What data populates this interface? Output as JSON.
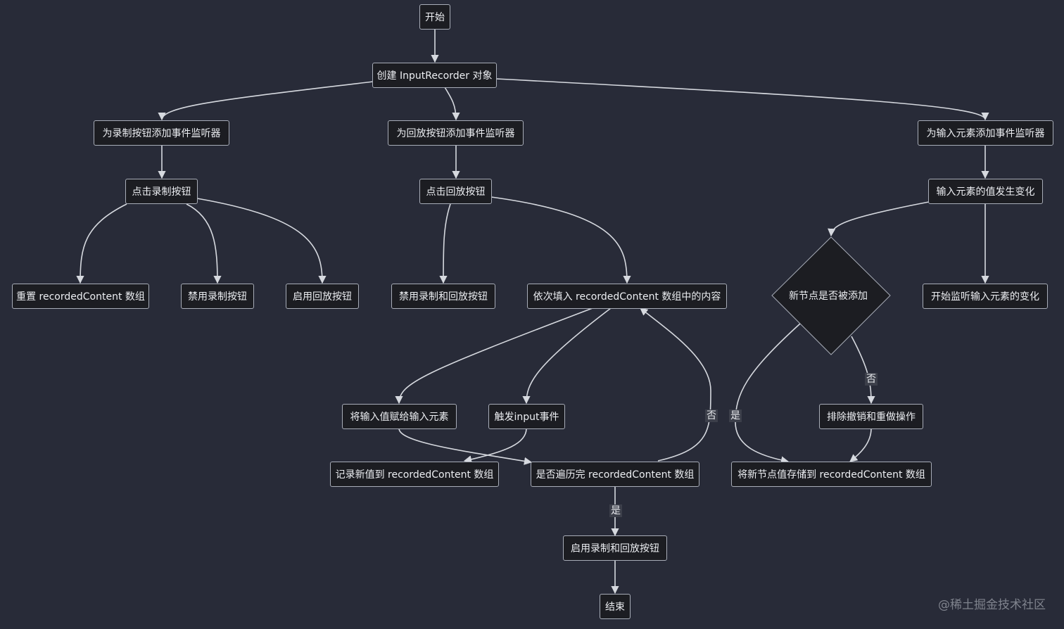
{
  "nodes": {
    "start": "开始",
    "create": "创建 InputRecorder 对象",
    "rec_listener": "为录制按钮添加事件监听器",
    "play_listener": "为回放按钮添加事件监听器",
    "input_listener": "为输入元素添加事件监听器",
    "click_rec": "点击录制按钮",
    "click_play": "点击回放按钮",
    "input_change": "输入元素的值发生变化",
    "reset": "重置 recordedContent 数组",
    "disable_rec": "禁用录制按钮",
    "enable_play": "启用回放按钮",
    "disable_both": "禁用录制和回放按钮",
    "fill": "依次填入 recordedContent 数组中的内容",
    "is_added": "新节点是否被添加",
    "start_listen": "开始监听输入元素的变化",
    "assign": "将输入值赋给输入元素",
    "trigger": "触发input事件",
    "exclude": "排除撤销和重做操作",
    "record_new": "记录新值到 recordedContent 数组",
    "traversed": "是否遍历完 recordedContent 数组",
    "store_new": "将新节点值存储到 recordedContent 数组",
    "enable_both": "启用录制和回放按钮",
    "end": "结束"
  },
  "edge_labels": {
    "traversed_no": "否",
    "added_yes": "是",
    "added_no": "否",
    "traversed_yes": "是"
  },
  "watermark": "@稀土掘金技术社区",
  "colors": {
    "background": "#282b38",
    "node_fill": "#1c1d22",
    "node_border": "#a8adb8",
    "edge": "#d6d9df",
    "text": "#eceef2"
  }
}
